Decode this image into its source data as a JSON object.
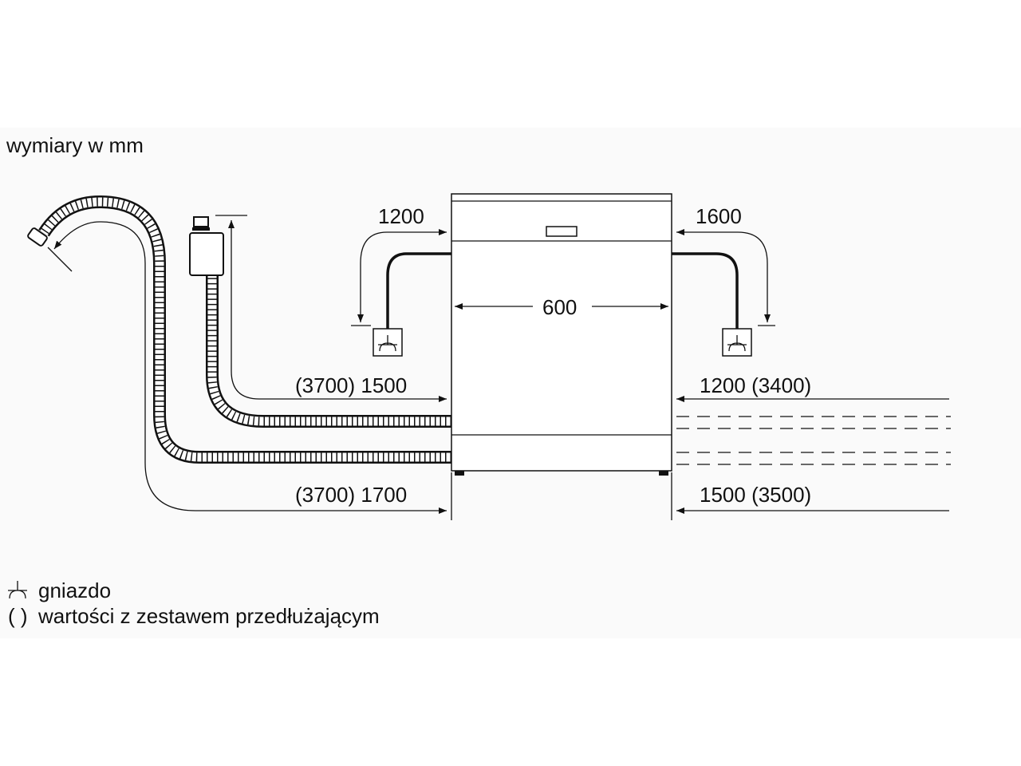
{
  "title": "wymiary w mm",
  "dimensions": {
    "width": "600",
    "left_cord": "1200",
    "right_cord": "1600",
    "left_drain": "(3700) 1500",
    "left_inlet": "(3700) 1700",
    "right_drain": "1200 (3400)",
    "right_inlet": "1500 (3500)"
  },
  "legend": {
    "socket_label": "gniazdo",
    "parentheses_symbol": "( )",
    "parentheses_label": "wartości z zestawem przedłużającym"
  }
}
